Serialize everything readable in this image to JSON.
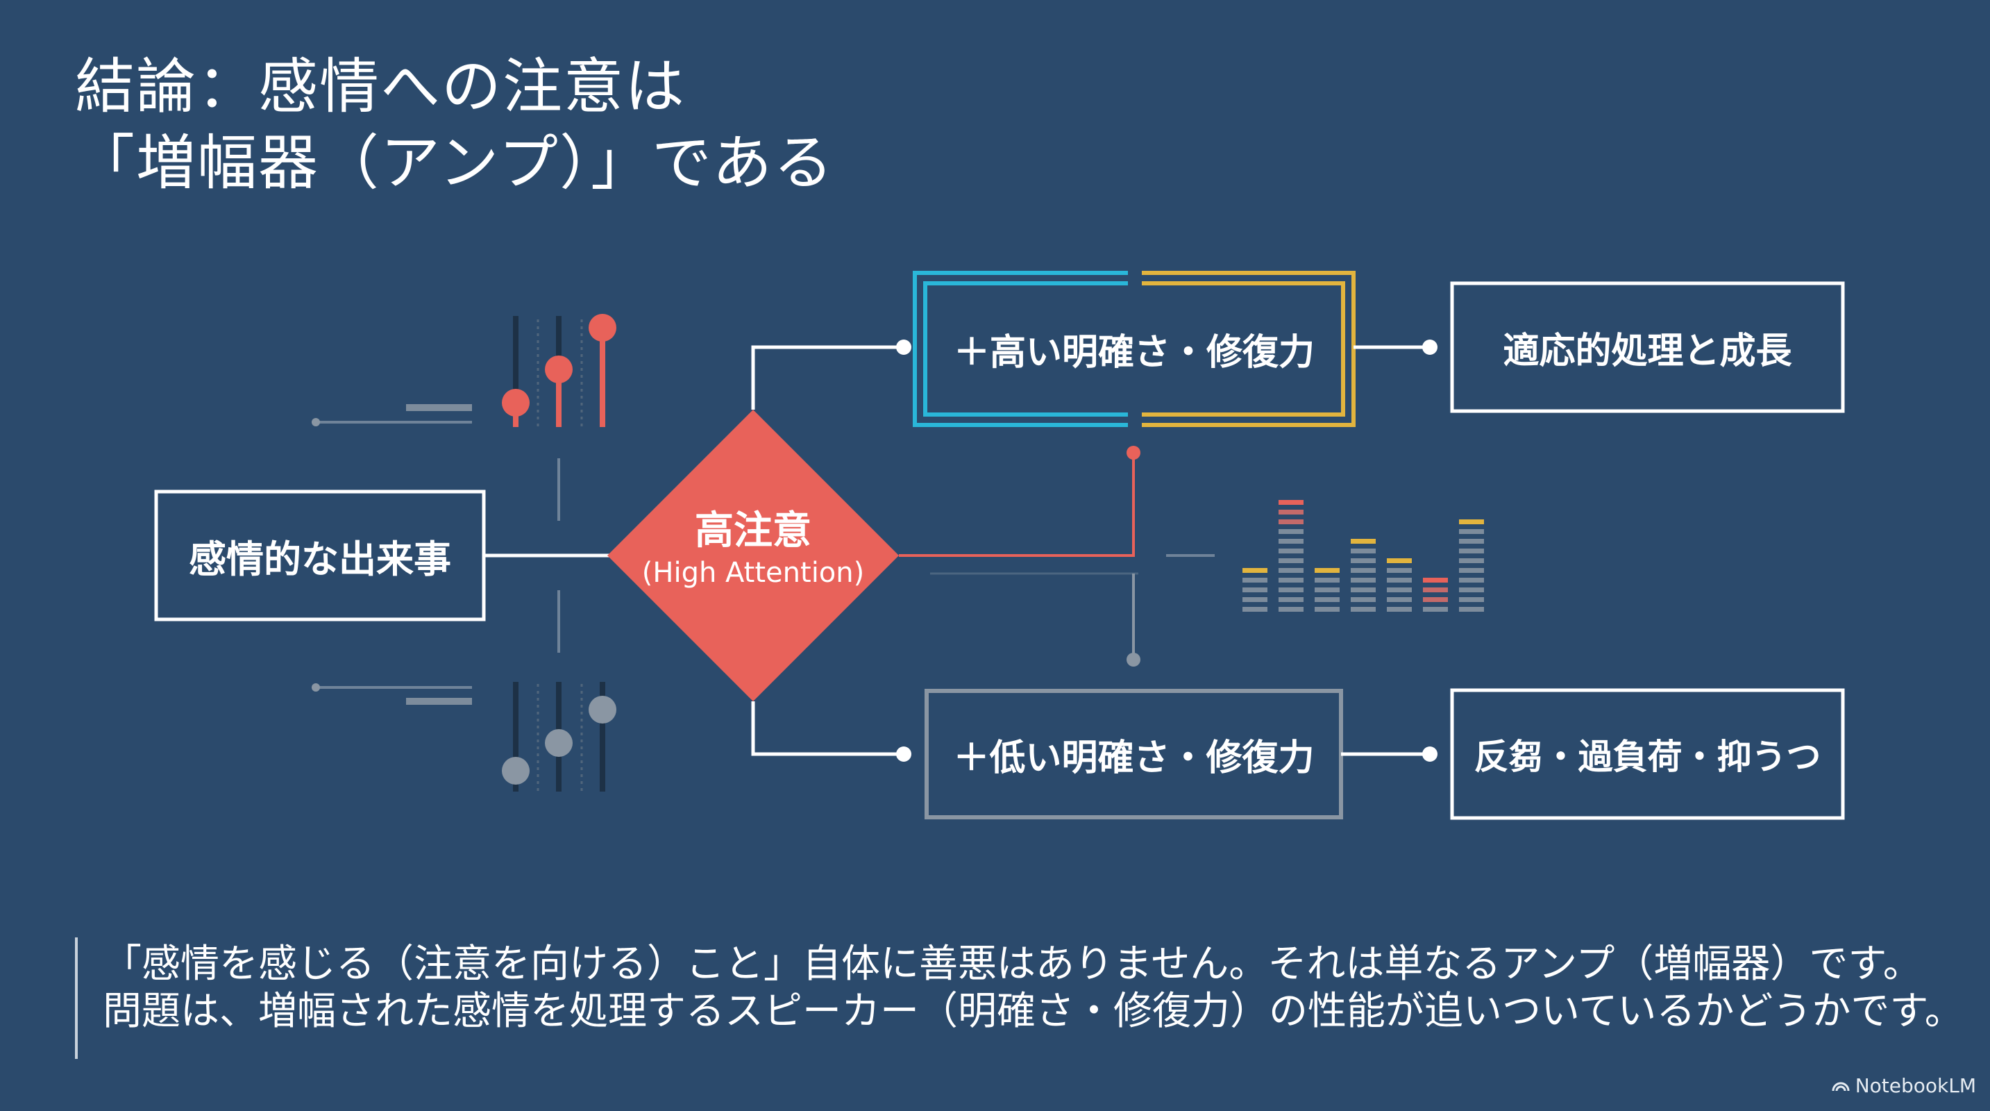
{
  "title": {
    "line1": "結論：感情への注意は",
    "line2": "「増幅器（アンプ）」である"
  },
  "nodes": {
    "event": "感情的な出来事",
    "attention_main": "高注意",
    "attention_sub": "(High Attention)",
    "high_clarity": "＋高い明確さ・修復力",
    "low_clarity": "＋低い明確さ・修復力",
    "adaptive": "適応的処理と成長",
    "negative": "反芻・過負荷・抑うつ"
  },
  "colors": {
    "background": "#2b4a6c",
    "diamond": "#e8625a",
    "cyan": "#2ab7d9",
    "gold": "#e2b43e",
    "grey": "#8a96a3",
    "white": "#ffffff"
  },
  "bottom": {
    "line1": "「感情を感じる（注意を向ける）こと」自体に善悪はありません。それは単なるアンプ（増幅器）です。",
    "line2": "問題は、増幅された感情を処理するスピーカー（明確さ・修復力）の性能が追いついているかどうかです。"
  },
  "watermark": {
    "icon": "notebooklm-icon",
    "label": "NotebookLM"
  }
}
